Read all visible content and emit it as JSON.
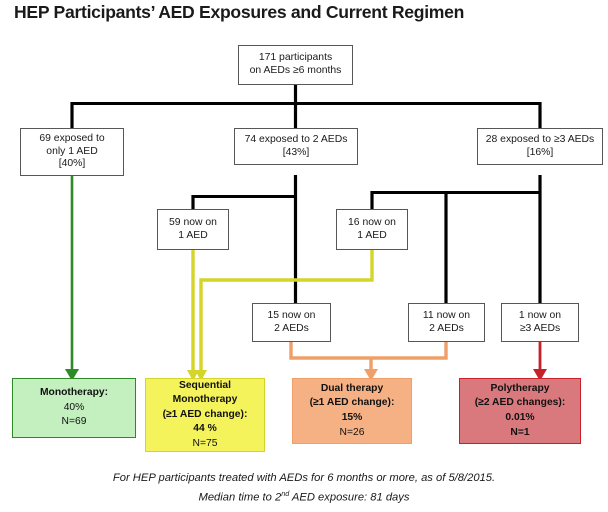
{
  "title": "HEP Participants’ AED Exposures and Current Regimen",
  "colors": {
    "box_border": "#575757",
    "bus_black": "#000000",
    "green_line": "#2E8A27",
    "yellow_line": "#D4D42A",
    "orange_line": "#EFA06A",
    "red_line": "#C62128",
    "green_fill": "#C4F0C0",
    "green_border": "#2E8A27",
    "yellow_fill": "#F5F35C",
    "yellow_border": "#D4D42A",
    "orange_fill": "#F5B183",
    "orange_border": "#EFA06A",
    "red_fill": "#D9797D",
    "red_border": "#C62128"
  },
  "root": {
    "line1": "171 participants",
    "line2": "on AEDs ≥6 months"
  },
  "exposure_row": [
    {
      "id": "exp-1-aed",
      "line1": "69 exposed to",
      "line2": "only 1 AED",
      "line3": "[40%]"
    },
    {
      "id": "exp-2-aeds",
      "line1": "74 exposed to 2 AEDs",
      "line2": "[43%]",
      "line3": ""
    },
    {
      "id": "exp-3-aeds",
      "line1": "28 exposed to ≥3 AEDs",
      "line2": "[16%]",
      "line3": ""
    }
  ],
  "current_row_a": [
    {
      "id": "now-59-1aed",
      "line1": "59 now on",
      "line2": "1 AED"
    },
    {
      "id": "now-16-1aed",
      "line1": "16 now on",
      "line2": "1 AED"
    }
  ],
  "current_row_b": [
    {
      "id": "now-15-2aeds",
      "line1": "15 now on",
      "line2": "2 AEDs"
    },
    {
      "id": "now-11-2aeds",
      "line1": "11 now on",
      "line2": "2 AEDs"
    },
    {
      "id": "now-1-3aeds",
      "line1": "1 now on",
      "line2": "≥3 AEDs"
    }
  ],
  "outcomes": [
    {
      "id": "monotherapy",
      "lines": [
        "Monotherapy:",
        "40%",
        "N=69"
      ],
      "bold_lines": [
        true,
        false,
        false
      ]
    },
    {
      "id": "sequential-monotherapy",
      "lines": [
        "Sequential",
        "Monotherapy",
        "(≥1 AED change):",
        "44 %",
        "N=75"
      ],
      "bold_lines": [
        true,
        true,
        true,
        true,
        false
      ]
    },
    {
      "id": "dual-therapy",
      "lines": [
        "Dual therapy",
        "(≥1 AED change):",
        "15%",
        "N=26"
      ],
      "bold_lines": [
        true,
        true,
        true,
        false
      ]
    },
    {
      "id": "polytherapy",
      "lines": [
        "Polytherapy",
        "(≥2 AED changes):",
        "0.01%",
        "N=1"
      ],
      "bold_lines": [
        true,
        true,
        true,
        true
      ]
    }
  ],
  "footer": {
    "line1": "For HEP participants treated with AEDs for 6 months or more, as of 5/8/2015.",
    "line2_pre": "Median time to 2",
    "line2_sup": "nd",
    "line2_post": " AED exposure: 81 days"
  }
}
